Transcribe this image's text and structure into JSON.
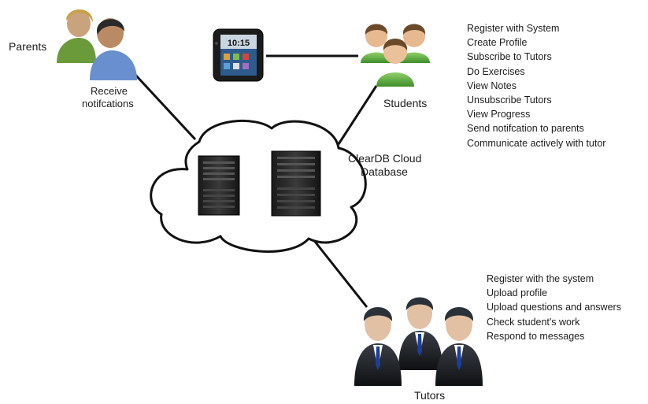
{
  "parents": {
    "label": "Parents",
    "note_line1": "Receive",
    "note_line2": "notifcations"
  },
  "students": {
    "label": "Students",
    "actions": [
      "Register with System",
      "Create Profile",
      "Subscribe to Tutors",
      "Do Exercises",
      "View Notes",
      "Unsubscribe Tutors",
      "View Progress",
      "Send notifcation to parents",
      "Communicate actively with tutor"
    ]
  },
  "cloud": {
    "label_line1": "ClearDB Cloud",
    "label_line2": "Database"
  },
  "phone": {
    "clock": "10:15"
  },
  "tutors": {
    "label": "Tutors",
    "actions": [
      "Register with the system",
      "Upload profile",
      "Upload questions and answers",
      "Check student's work",
      "Respond to messages"
    ]
  }
}
